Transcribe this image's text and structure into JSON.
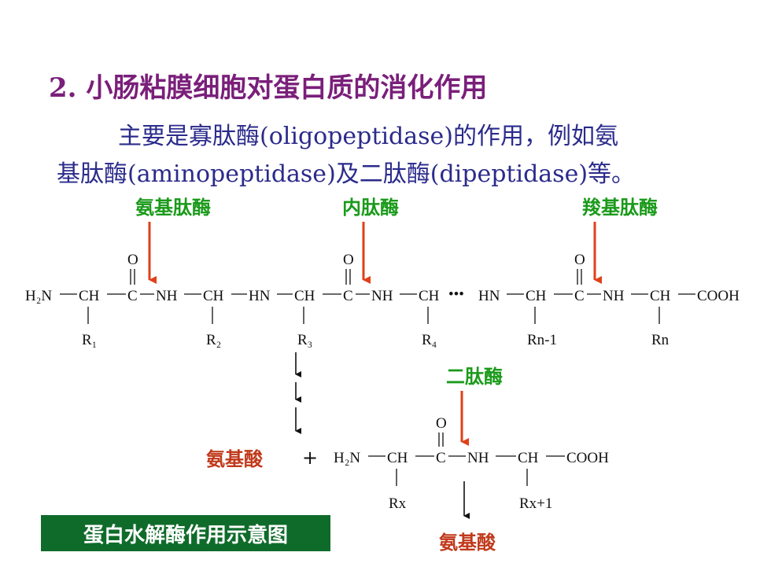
{
  "title": "2. 小肠粘膜细胞对蛋白质的消化作用",
  "paragraph": {
    "line1": "主要是寡肽酶(oligopeptidase)的作用，例如氨",
    "line2": "基肽酶(aminopeptidase)及二肽酶(dipeptidase)等。"
  },
  "enzymes": {
    "aminopeptidase": "氨基肽酶",
    "endopeptidase": "内肽酶",
    "carboxypeptidase": "羧基肽酶",
    "dipeptidase": "二肽酶"
  },
  "chain": {
    "h2n": "H₂N",
    "ch": "CH",
    "c": "C",
    "o": "O",
    "nh": "NH",
    "hn": "HN",
    "dots": "•••",
    "cooh": "COOH",
    "r1": "R₁",
    "r2": "R₂",
    "r3": "R₃",
    "r4": "R₄",
    "rn1": "Rn-1",
    "rn": "Rn"
  },
  "dipeptide": {
    "h2n": "H₂N",
    "ch": "CH",
    "c": "C",
    "o": "O",
    "nh": "NH",
    "cooh": "COOH",
    "rx": "Rx",
    "rx1": "Rx+1"
  },
  "products": {
    "amino_acid_left": "氨基酸",
    "plus": "+",
    "amino_acid_bottom": "氨基酸"
  },
  "caption": "蛋白水解酶作用示意图",
  "colors": {
    "title": "#7a1f7a",
    "body_text": "#2b2b8c",
    "enzyme_label": "#1a9a1a",
    "product_label": "#c0391b",
    "cleavage_arrow": "#e0401a",
    "caption_bg": "#0f6b2a"
  }
}
